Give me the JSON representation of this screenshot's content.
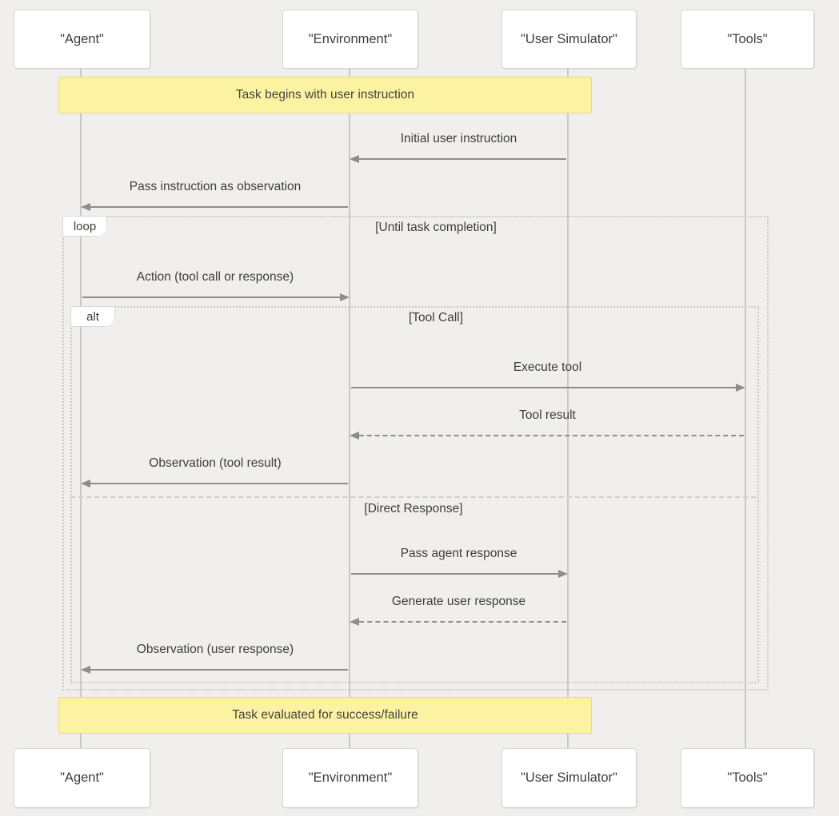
{
  "diagram_type": "sequence-diagram",
  "colors": {
    "background": "#f0efed",
    "actor_fill": "#ffffff",
    "actor_border": "#d6d4d1",
    "note_fill": "#fcf3a2",
    "note_border": "#e6da7e",
    "arrow": "#8e8d8a",
    "lifeline": "#cac8c6",
    "frame_border": "#c9c8c5",
    "text": "#3f3e3c"
  },
  "actors": [
    {
      "name": "\"Agent\""
    },
    {
      "name": "\"Environment\""
    },
    {
      "name": "\"User Simulator\""
    },
    {
      "name": "\"Tools\""
    }
  ],
  "notes": [
    {
      "text": "Task begins with user instruction"
    },
    {
      "text": "Task evaluated for success/failure"
    }
  ],
  "frames": {
    "loop": {
      "label": "loop",
      "condition": "[Until task completion]"
    },
    "alt": {
      "label": "alt",
      "sections": [
        {
          "condition": "[Tool Call]"
        },
        {
          "condition": "[Direct Response]"
        }
      ]
    }
  },
  "messages": [
    {
      "label": "Initial user instruction",
      "from": "User Simulator",
      "to": "Environment",
      "line": "solid",
      "direction": "left"
    },
    {
      "label": "Pass instruction as observation",
      "from": "Environment",
      "to": "Agent",
      "line": "solid",
      "direction": "left"
    },
    {
      "label": "Action (tool call or response)",
      "from": "Agent",
      "to": "Environment",
      "line": "solid",
      "direction": "right"
    },
    {
      "label": "Execute tool",
      "from": "Environment",
      "to": "Tools",
      "line": "solid",
      "direction": "right"
    },
    {
      "label": "Tool result",
      "from": "Tools",
      "to": "Environment",
      "line": "dashed",
      "direction": "left"
    },
    {
      "label": "Observation (tool result)",
      "from": "Environment",
      "to": "Agent",
      "line": "solid",
      "direction": "left"
    },
    {
      "label": "Pass agent response",
      "from": "Environment",
      "to": "User Simulator",
      "line": "solid",
      "direction": "right"
    },
    {
      "label": "Generate user response",
      "from": "User Simulator",
      "to": "Environment",
      "line": "dashed",
      "direction": "left"
    },
    {
      "label": "Observation (user response)",
      "from": "Environment",
      "to": "Agent",
      "line": "solid",
      "direction": "left"
    }
  ]
}
